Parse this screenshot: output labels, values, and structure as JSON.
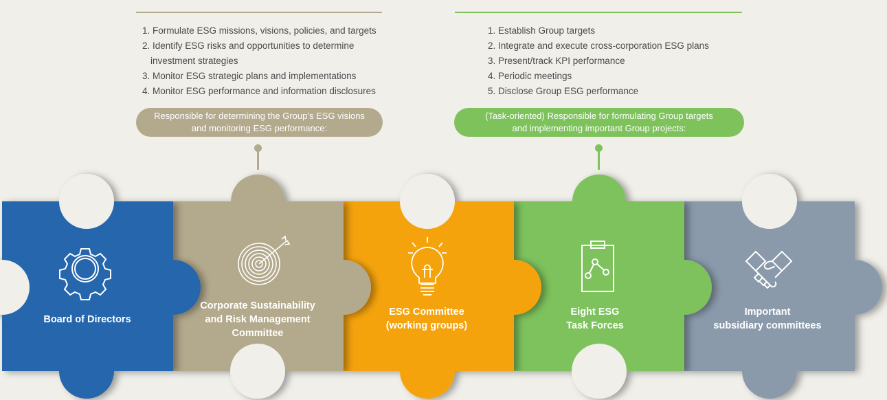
{
  "colors": {
    "background": "#f0efea",
    "blue": "#2766ad",
    "tan": "#b3a98c",
    "orange": "#f5a30a",
    "green": "#7dc25b",
    "gray": "#8a9aab"
  },
  "left_panel": {
    "items": [
      "1. Formulate ESG missions, visions, policies, and targets",
      "2. Identify ESG risks and opportunities to determine",
      "investment strategies",
      "3. Monitor ESG strategic plans and implementations",
      "4. Monitor ESG performance and information disclosures"
    ],
    "pill_line1": "Responsible for determining the Group’s ESG visions",
    "pill_line2": "and monitoring ESG performance:"
  },
  "right_panel": {
    "items": [
      "1. Establish Group targets",
      "2. Integrate and execute cross-corporation ESG plans",
      "3. Present/track KPI performance",
      "4. Periodic meetings",
      "5. Disclose Group ESG performance"
    ],
    "pill_line1": "(Task-oriented) Responsible for formulating Group targets",
    "pill_line2": "and implementing important Group projects:"
  },
  "pieces": [
    {
      "line1": "Board of Directors",
      "line2": "",
      "line3": "",
      "icon": "gear-icon"
    },
    {
      "line1": "Corporate Sustainability",
      "line2": "and Risk Management",
      "line3": "Committee",
      "icon": "target-icon"
    },
    {
      "line1": "ESG Committee",
      "line2": "(working groups)",
      "line3": "",
      "icon": "lightbulb-icon"
    },
    {
      "line1": "Eight ESG",
      "line2": "Task Forces",
      "line3": "",
      "icon": "clipboard-chart-icon"
    },
    {
      "line1": "Important",
      "line2": "subsidiary committees",
      "line3": "",
      "icon": "handshake-icon"
    }
  ]
}
